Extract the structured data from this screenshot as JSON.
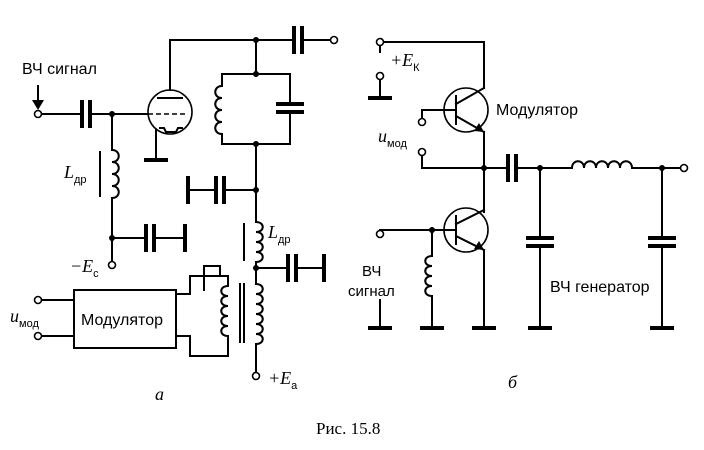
{
  "diagram_a": {
    "input_label": "ВЧ сигнал",
    "choke_symbol": "L",
    "choke_sub": "др",
    "grid_bias_symbol": "−E",
    "grid_bias_sub": "c",
    "modulator_label": "Модулятор",
    "mod_input_symbol": "u",
    "mod_input_sub": "мод",
    "anode_choke_symbol": "L",
    "anode_choke_sub": "др",
    "anode_supply_symbol": "+E",
    "anode_supply_sub": "a",
    "letter": "а"
  },
  "diagram_b": {
    "collector_supply_symbol": "+E",
    "collector_supply_sub": "К",
    "modulator_label": "Модулятор",
    "mod_input_symbol": "u",
    "mod_input_sub": "мод",
    "input_label_line1": "ВЧ",
    "input_label_line2": "сигнал",
    "generator_label": "ВЧ генератор",
    "letter": "б"
  },
  "caption": "Рис. 15.8"
}
